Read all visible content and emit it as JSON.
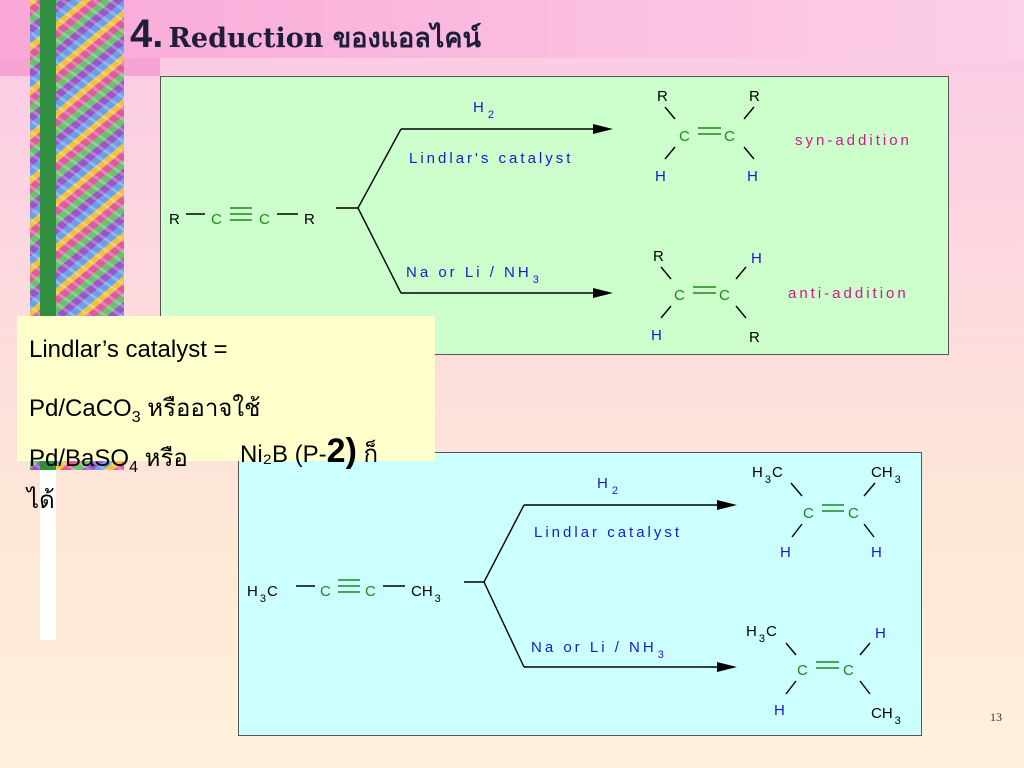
{
  "slide": {
    "title_number": "4.",
    "title_text": "Reduction ของแอลไคน์",
    "page_number": "13"
  },
  "note": {
    "line1": "Lindlar’s catalyst =",
    "line2_pre": "Pd/CaCO",
    "line2_sub": "3",
    "line2_post": " หรืออาจใช้",
    "line3_pre": "Pd/BaSO",
    "line3_sub": "4",
    "line3_post": " หรือ ",
    "partial_text": "Ni₂B (P-",
    "partial_big": "2)",
    "partial_tail": " ก็",
    "overflow_text": "ได้"
  },
  "scheme1": {
    "reactant": {
      "r_left": "R",
      "c1": "C",
      "c2": "C",
      "r_right": "R"
    },
    "upper": {
      "reagent": "H",
      "reagent_sub": "2",
      "catalyst": "Lindlar's catalyst",
      "product": {
        "top_left": "R",
        "top_right": "R",
        "c1": "C",
        "c2": "C",
        "bottom_left": "H",
        "bottom_right": "H"
      },
      "label": "syn-addition"
    },
    "lower": {
      "reagent_pre": "Na or Li / NH",
      "reagent_sub": "3",
      "product": {
        "top_left": "R",
        "top_right": "H",
        "c1": "C",
        "c2": "C",
        "bottom_left": "H",
        "bottom_right": "R"
      },
      "label": "anti-addition"
    }
  },
  "scheme2": {
    "reactant": {
      "left": "H",
      "left_sub": "3",
      "left_c": "C",
      "c1": "C",
      "c2": "C",
      "right": "CH",
      "right_sub": "3"
    },
    "upper": {
      "reagent": "H",
      "reagent_sub": "2",
      "catalyst": "Lindlar catalyst",
      "product": {
        "tl": "H",
        "tl_sub": "3",
        "tl_c": "C",
        "tr": "CH",
        "tr_sub": "3",
        "c1": "C",
        "c2": "C",
        "bl": "H",
        "br": "H"
      }
    },
    "lower": {
      "reagent_pre": "Na or Li / NH",
      "reagent_sub": "3",
      "product": {
        "tl": "H",
        "tl_sub": "3",
        "tl_c": "C",
        "tr": "H",
        "c1": "C",
        "c2": "C",
        "bl": "H",
        "br": "CH",
        "br_sub": "3"
      }
    }
  },
  "colors": {
    "box1_bg": "#ccffcc",
    "box2_bg": "#ccffff",
    "note_bg": "#ffffcc",
    "carbon": "#1a8a1a",
    "reagent": "#1a1acc",
    "label": "#cc1a8a"
  }
}
